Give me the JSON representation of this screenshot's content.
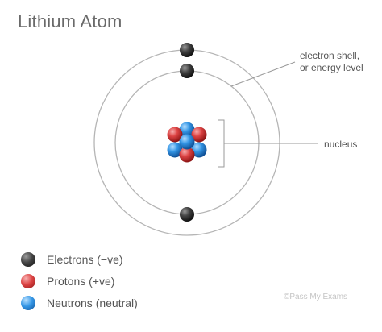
{
  "title": "Lithium Atom",
  "callouts": {
    "shell_line1": "electron shell,",
    "shell_line2": "or energy level",
    "nucleus": "nucleus"
  },
  "legend": [
    {
      "label": "Electrons (−ve)",
      "color": "#3a3a3a",
      "icon": "electron-icon"
    },
    {
      "label": "Protons (+ve)",
      "color": "#d63a3a",
      "icon": "proton-icon"
    },
    {
      "label": "Neutrons (neutral)",
      "color": "#2f8fe0",
      "icon": "neutron-icon"
    }
  ],
  "credit": "©Pass My Exams",
  "colors": {
    "electron": "#3a3a3a",
    "proton": "#d63a3a",
    "neutron": "#2f8fe0",
    "shell": "#b5b5b5"
  }
}
